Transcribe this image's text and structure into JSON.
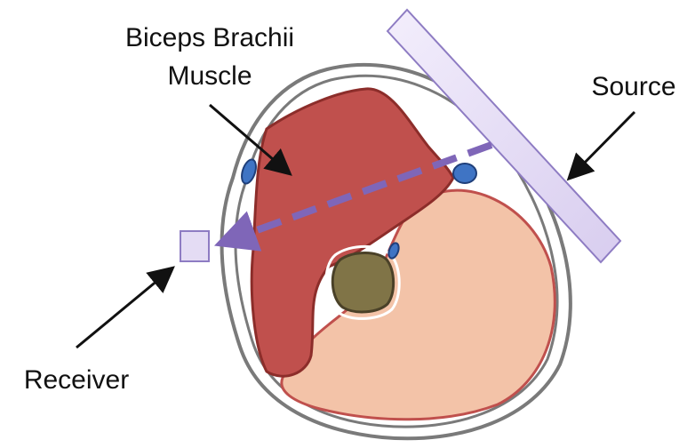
{
  "labels": {
    "muscle_line1": "Biceps Brachii",
    "muscle_line2": "Muscle",
    "source": "Source",
    "receiver": "Receiver"
  },
  "colors": {
    "skin_outline": "#7a7a7a",
    "biceps_fill": "#c0504d",
    "biceps_stroke": "#8c2d2a",
    "posterior_fill": "#f3c3a8",
    "posterior_stroke": "#c0504d",
    "bone_fill": "#807447",
    "bone_stroke": "#4a4128",
    "vessel_fill": "#3f74c4",
    "vessel_stroke": "#1f3f7a",
    "source_fill": "#e4dcf4",
    "source_stroke": "#8e7cc3",
    "beam_color": "#7f66b8",
    "arrow_color": "#111111"
  }
}
